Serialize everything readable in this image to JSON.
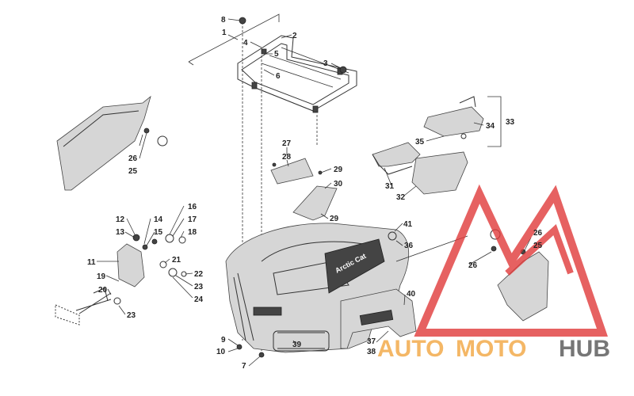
{
  "callouts": [
    "1",
    "2",
    "3",
    "4",
    "5",
    "6",
    "7",
    "8",
    "9",
    "10",
    "11",
    "12",
    "13",
    "14",
    "15",
    "16",
    "17",
    "18",
    "19",
    "20",
    "21",
    "22",
    "23",
    "23",
    "24",
    "25",
    "25",
    "26",
    "26",
    "26",
    "27",
    "28",
    "29",
    "29",
    "30",
    "31",
    "32",
    "33",
    "34",
    "35",
    "36",
    "37",
    "38",
    "39",
    "40",
    "41"
  ],
  "watermark": {
    "auto": "AUTO",
    "moto": "MOTO",
    "hub": "HUB",
    "colors": {
      "primary": "#f2a640",
      "secondary": "#555555",
      "triangle": "#e03a3a"
    }
  },
  "decal_text": "Arctic Cat"
}
